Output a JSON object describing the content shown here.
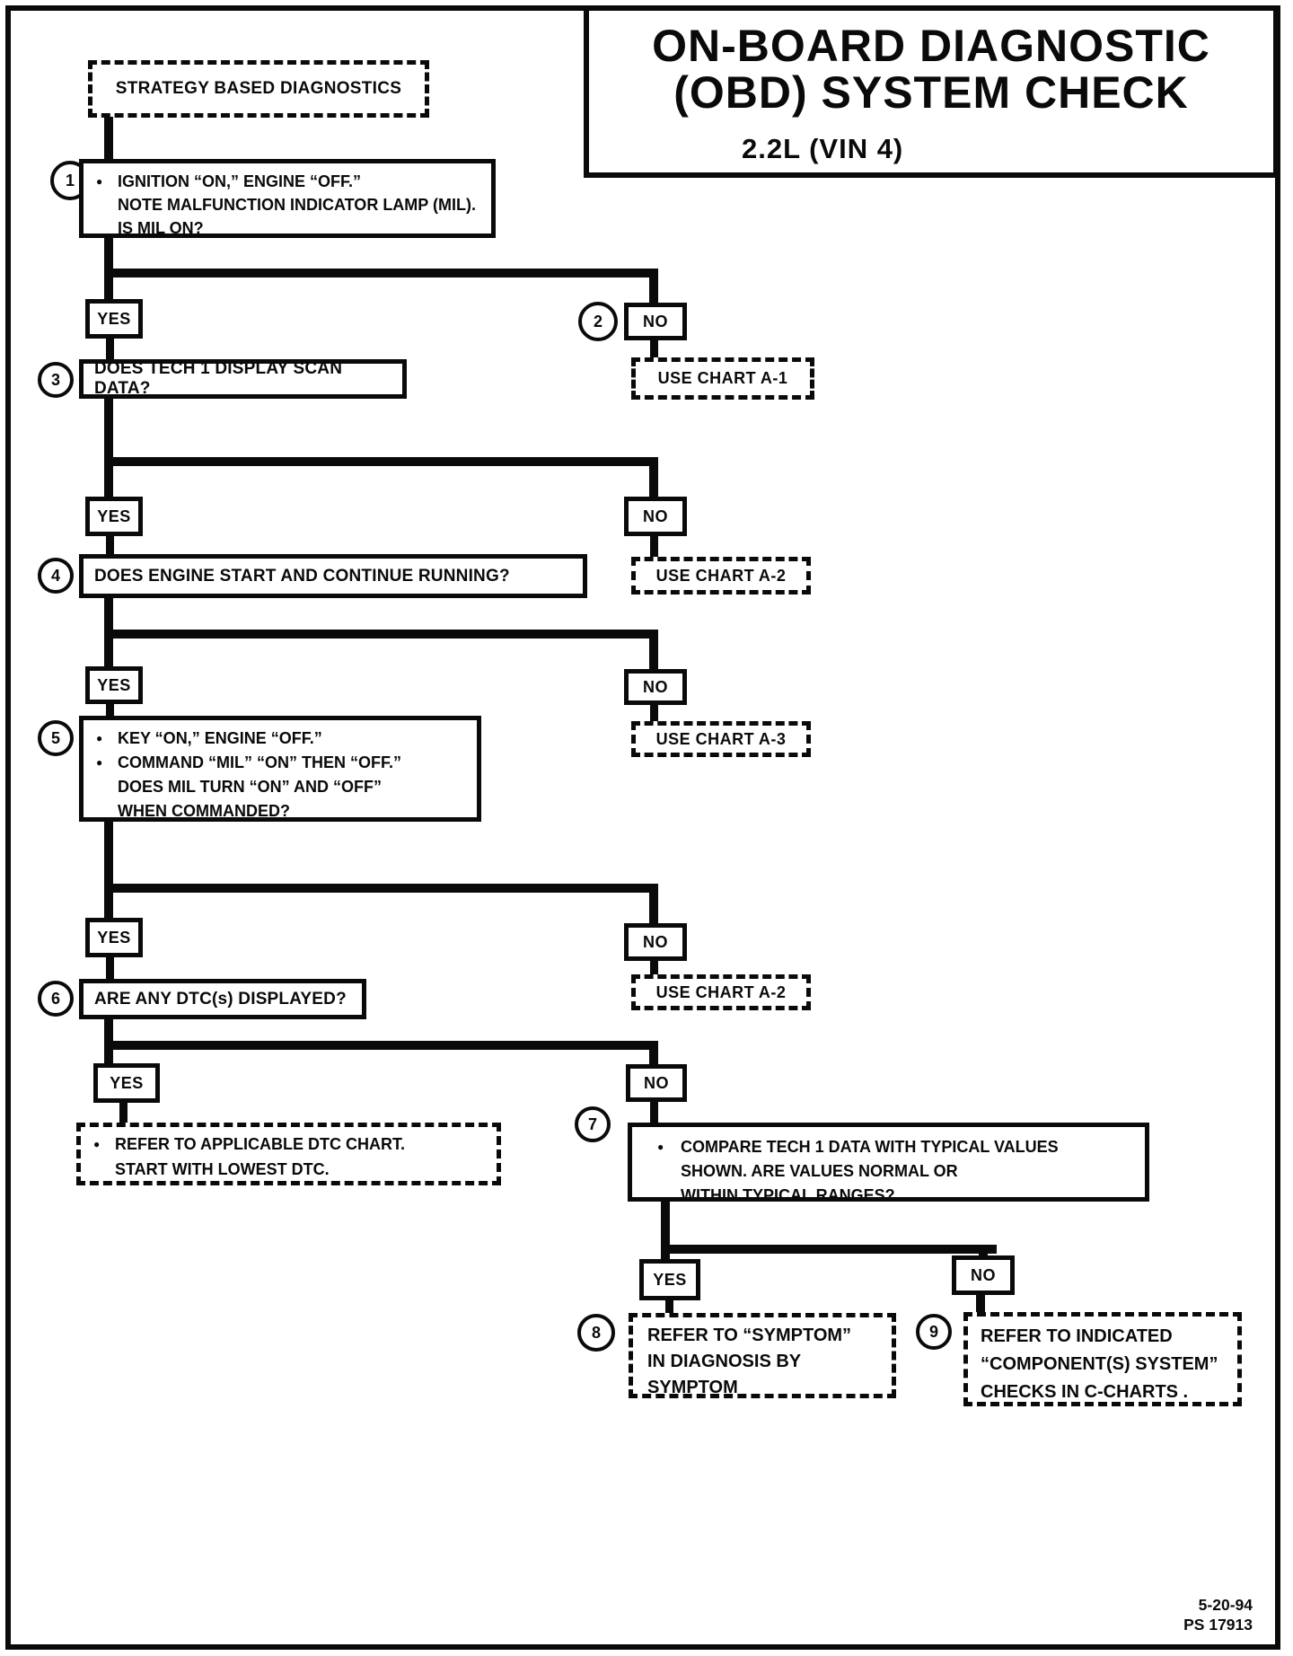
{
  "title": {
    "line1": "ON-BOARD DIAGNOSTIC",
    "line2": "(OBD) SYSTEM CHECK",
    "subtitle": "2.2L  (VIN 4)"
  },
  "strategy": {
    "label": "STRATEGY BASED DIAGNOSTICS"
  },
  "labels": {
    "yes": "YES",
    "no": "NO"
  },
  "glyphs": {
    "bullet": "●"
  },
  "circles": [
    "1",
    "2",
    "3",
    "4",
    "5",
    "6",
    "7",
    "8",
    "9"
  ],
  "flow": {
    "step1": {
      "l1": "IGNITION “ON,” ENGINE  “OFF.”",
      "l2": "NOTE MALFUNCTION INDICATOR LAMP (MIL).",
      "l3": "IS MIL ON?"
    },
    "chart_a1": "USE CHART A-1",
    "step3": "DOES TECH 1 DISPLAY SCAN DATA?",
    "chart_a2": "USE CHART A-2",
    "step4": "DOES ENGINE START AND CONTINUE RUNNING?",
    "chart_a3": "USE CHART A-3",
    "step5": {
      "l1": "KEY “ON,” ENGINE “OFF.”",
      "l2": "COMMAND “MIL” “ON” THEN “OFF.”",
      "l3": "DOES MIL TURN “ON” AND “OFF”",
      "l4": "WHEN COMMANDED?"
    },
    "step6": "ARE ANY DTC(s) DISPLAYED?",
    "chart_a2_repeat": "USE CHART A-2",
    "dtc_result": {
      "l1": "REFER TO APPLICABLE DTC CHART.",
      "l2": "START WITH LOWEST DTC."
    },
    "step7": {
      "l1": "COMPARE TECH 1 DATA WITH TYPICAL VALUES",
      "l2": "SHOWN.  ARE VALUES NORMAL OR",
      "l3": "WITHIN TYPICAL RANGES?"
    },
    "step8": {
      "l1": "REFER TO “SYMPTOM”",
      "l2": "IN DIAGNOSIS BY",
      "l3": "SYMPTOM"
    },
    "step9": {
      "l1": "REFER TO INDICATED",
      "l2": "“COMPONENT(S) SYSTEM”",
      "l3": "CHECKS IN  C-CHARTS ."
    }
  },
  "footer": {
    "date": "5-20-94",
    "code": "PS 17913"
  }
}
